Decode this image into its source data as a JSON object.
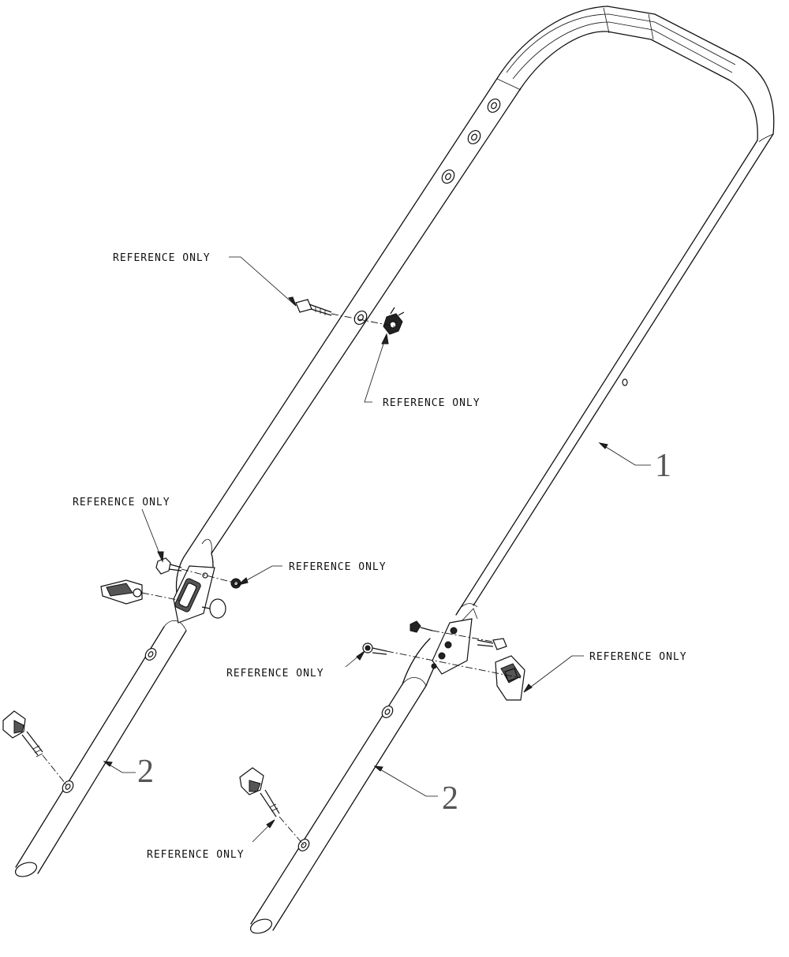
{
  "callouts": {
    "ref_top_left": "REFERENCE ONLY",
    "ref_top_center": "REFERENCE ONLY",
    "ref_mid_left": "REFERENCE ONLY",
    "ref_mid_nut": "REFERENCE ONLY",
    "ref_right_washer": "REFERENCE ONLY",
    "ref_right_knob": "REFERENCE ONLY",
    "ref_bottom_bolt": "REFERENCE ONLY"
  },
  "parts": {
    "upper_handle": "1",
    "lower_handle_left": "2",
    "lower_handle_right": "2"
  }
}
